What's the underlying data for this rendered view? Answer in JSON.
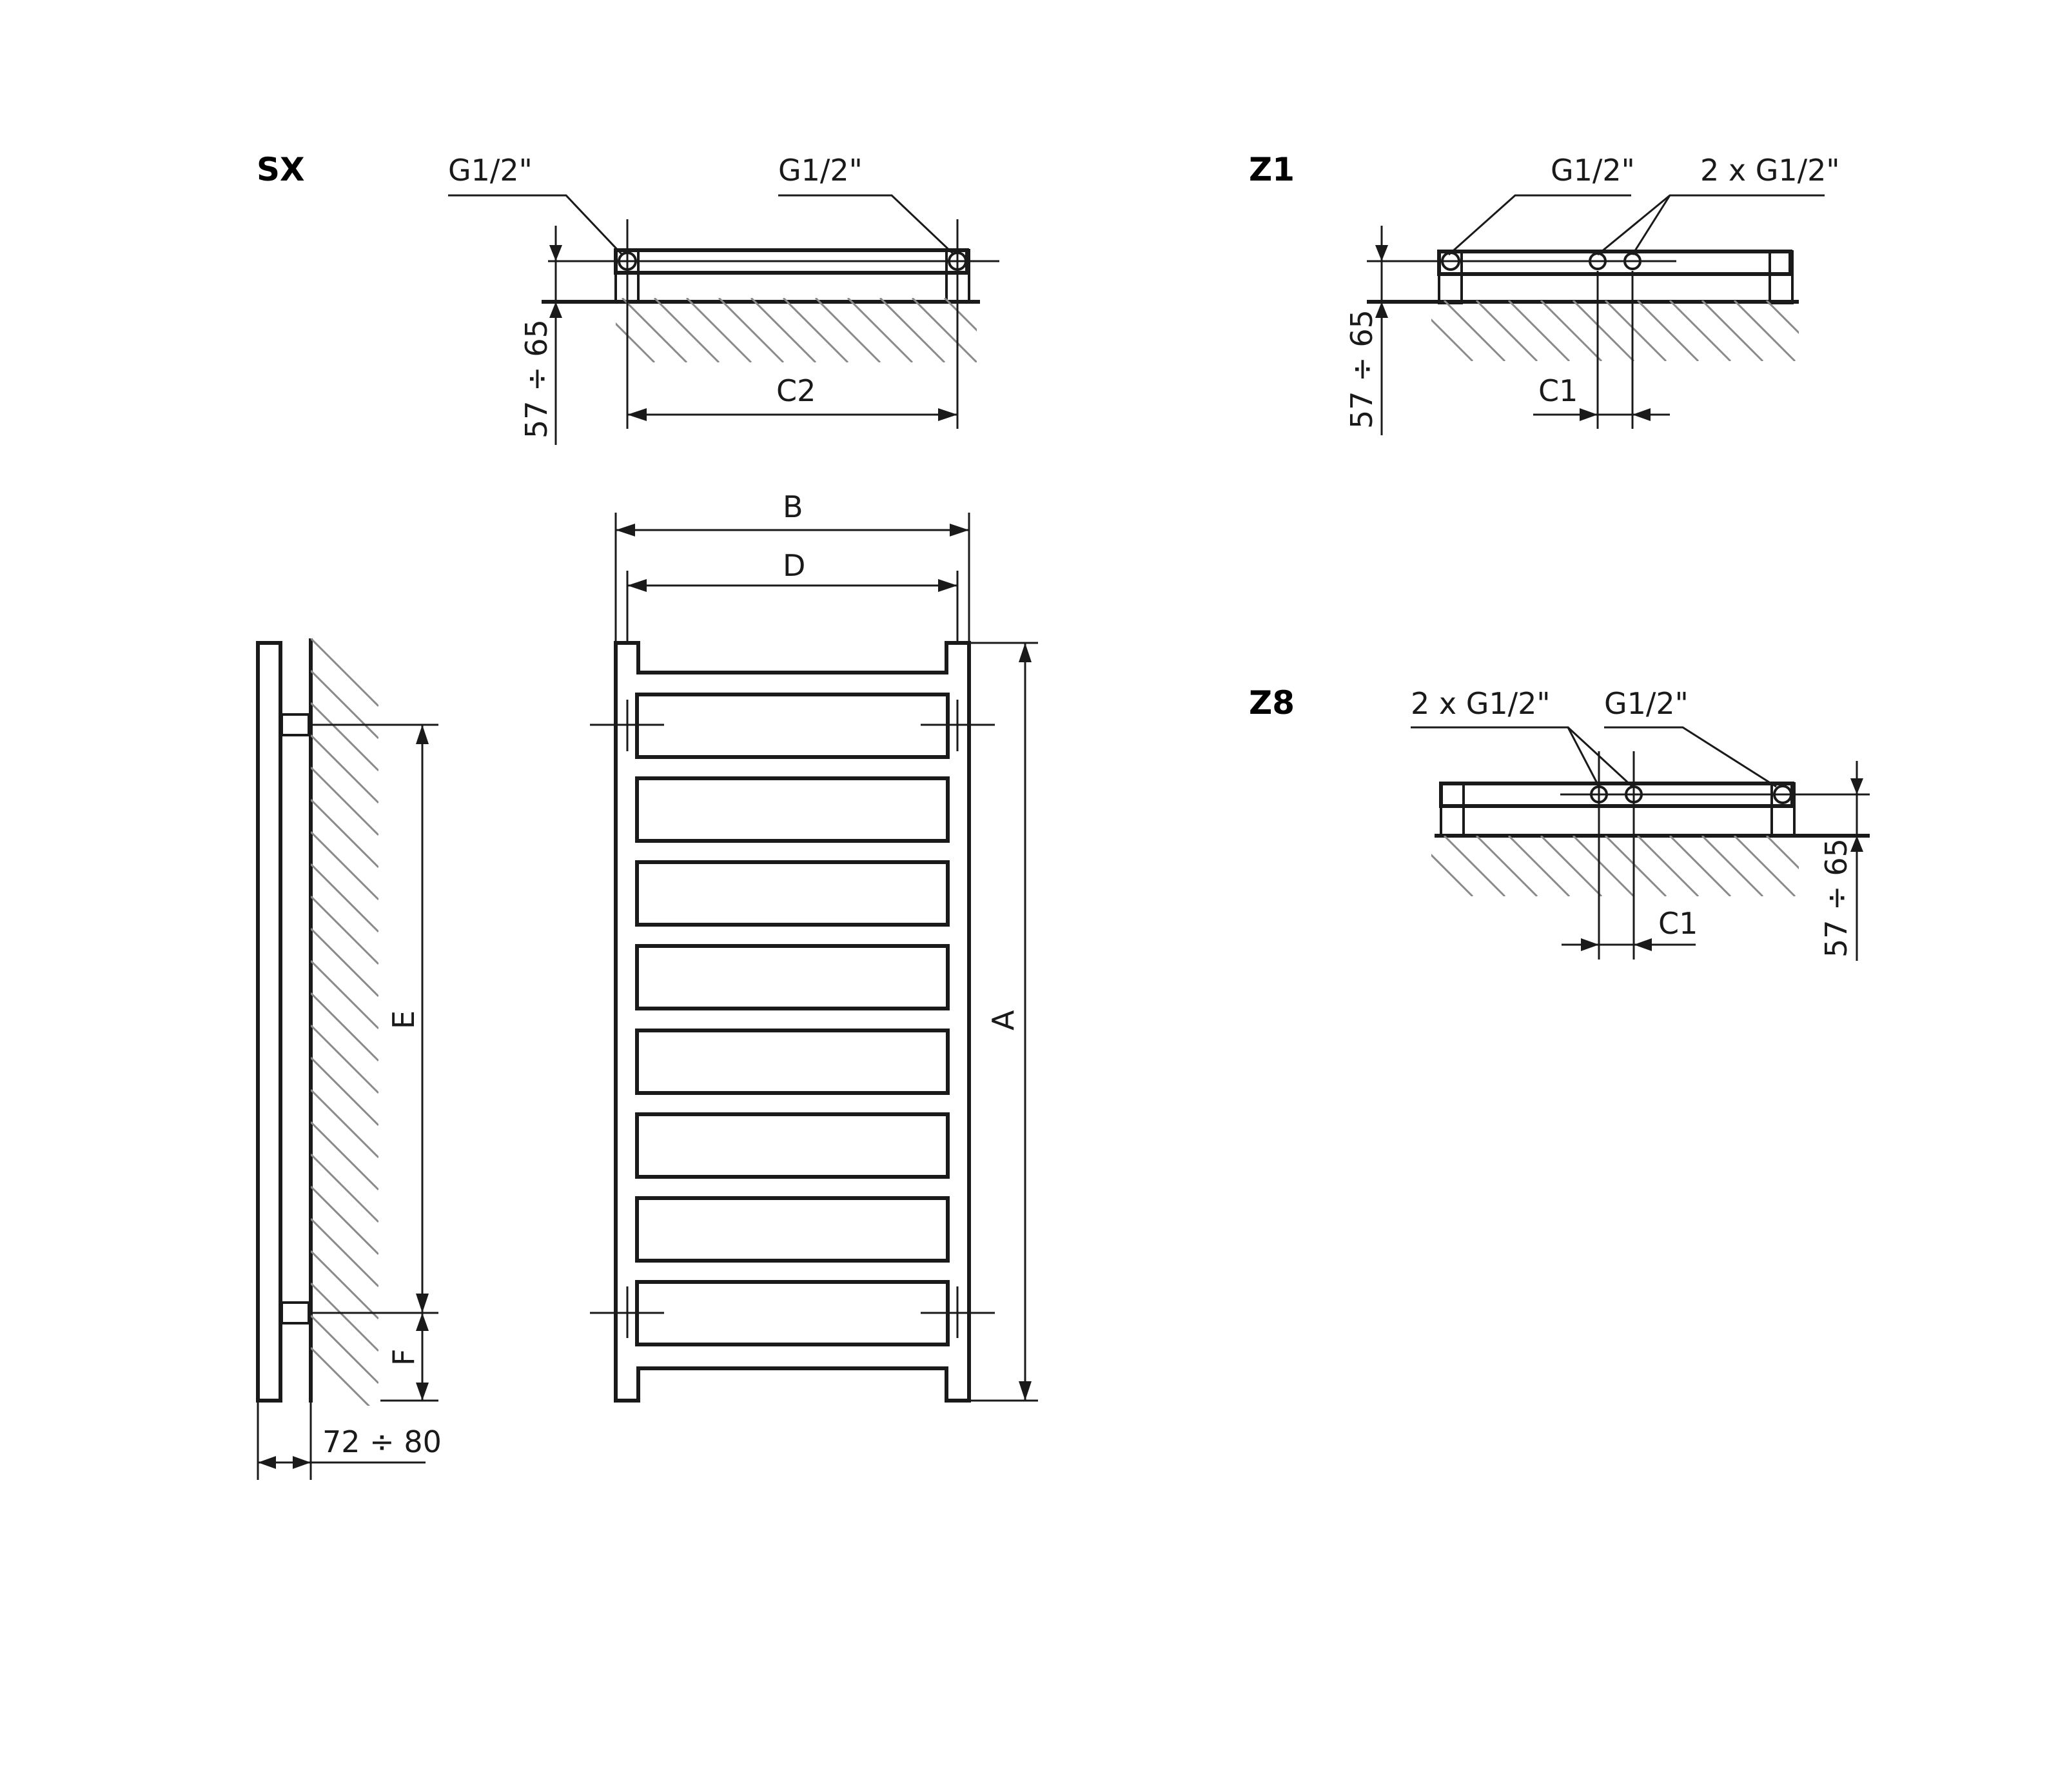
{
  "views": {
    "sx": {
      "title": "SX",
      "label_left": "G1/2\"",
      "label_right": "G1/2\"",
      "dim_height": "57 ÷ 65",
      "dim_c2": "C2"
    },
    "z1": {
      "title": "Z1",
      "label_single": "G1/2\"",
      "label_double": "2 x G1/2\"",
      "dim_height": "57 ÷ 65",
      "dim_c1": "C1"
    },
    "z8": {
      "title": "Z8",
      "label_double": "2 x G1/2\"",
      "label_single": "G1/2\"",
      "dim_height": "57 ÷ 65",
      "dim_c1": "C1"
    },
    "side": {
      "dim_e": "E",
      "dim_f": "F",
      "dim_depth": "72 ÷ 80"
    },
    "front": {
      "dim_b": "B",
      "dim_d": "D",
      "dim_a": "A",
      "rung_count": 8
    }
  },
  "colors": {
    "line": "#1a1a1a",
    "hatch": "#8a8a8a",
    "background": "#ffffff"
  }
}
